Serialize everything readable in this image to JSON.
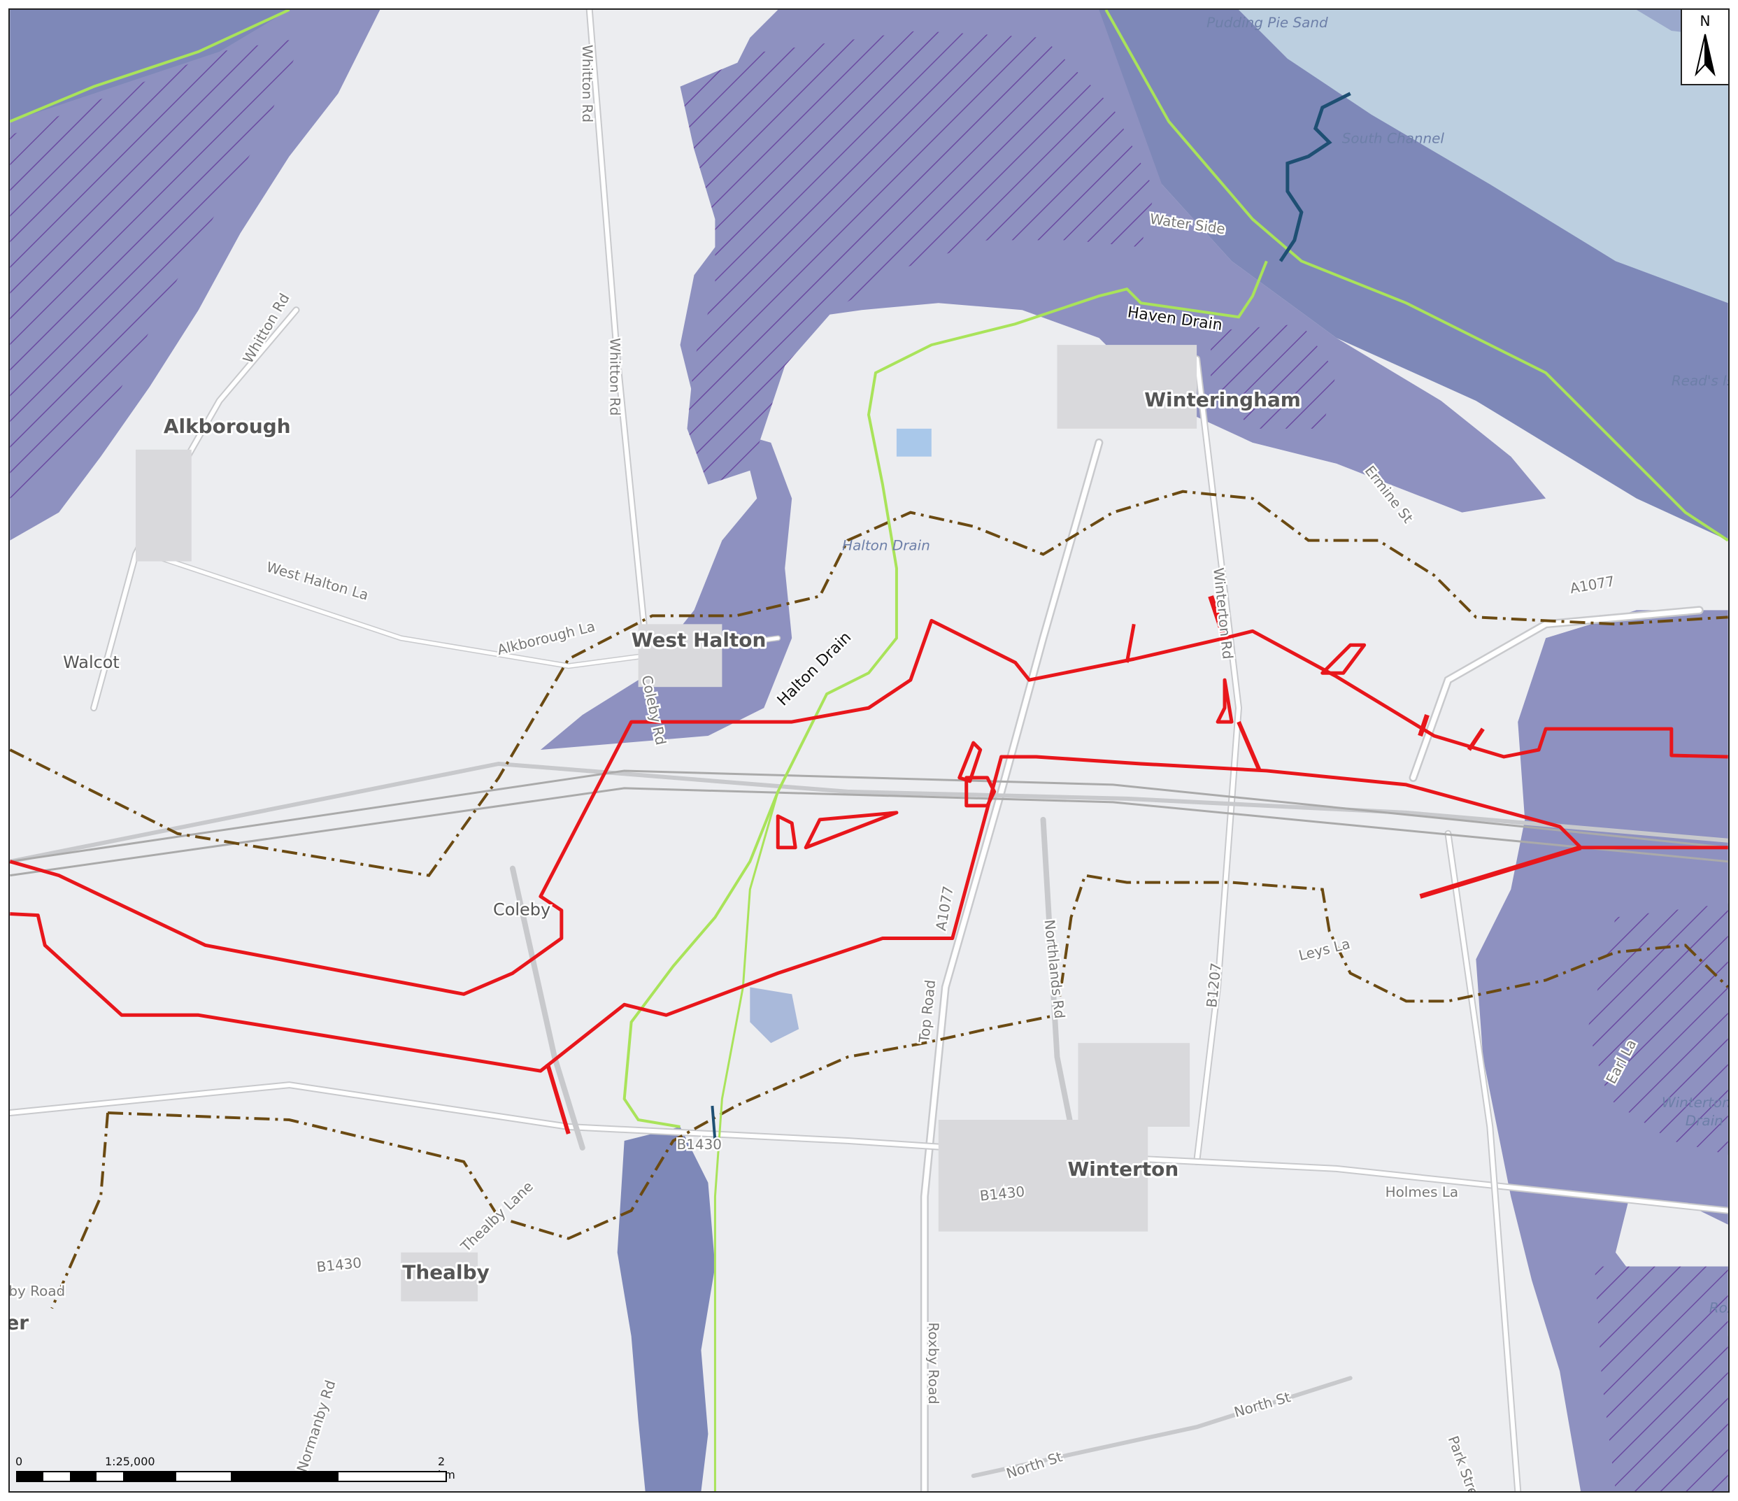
{
  "places": {
    "alkborough": "Alkborough",
    "walcot": "Walcot",
    "west_halton": "West Halton",
    "winteringham": "Winteringham",
    "coleby": "Coleby",
    "winterton": "Winterton",
    "thealby": "Thealby",
    "edge_left": "er"
  },
  "water": {
    "pudding_pie_sand": "Pudding Pie Sand",
    "south_channel": "South Channel",
    "reads_island": "Read's Isl",
    "halton_drain_italic": "Halton Drain",
    "winterton_drain_1": "Winterton",
    "winterton_drain_2": "Drain",
    "rox_edge": "Rox"
  },
  "drains": {
    "haven_drain": "Haven Drain",
    "halton_drain": "Halton Drain"
  },
  "roads": {
    "whitton_rd_1": "Whitton Rd",
    "whitton_rd_2": "Whitton Rd",
    "whitton_rd_3": "Whitton Rd",
    "west_halton_la": "West Halton La",
    "alkborough_la": "Alkborough La",
    "coleby_rd": "Coleby Rd",
    "water_side": "Water Side",
    "ermine_st": "Ermine St",
    "a1077_top": "A1077",
    "a1077_mid": "A1077",
    "winterton_rd": "Winterton Rd",
    "top_road": "Top Road",
    "northlands_rd": "Northlands Rd",
    "b1207": "B1207",
    "leys_la": "Leys La",
    "b1430_a": "B1430",
    "b1430_b": "B1430",
    "b1430_c": "B1430",
    "thealby_lane": "Thealby Lane",
    "holmes_la": "Holmes La",
    "roxby_road": "Roxby Road",
    "north_st_1": "North St",
    "north_st_2": "North St",
    "normanby_rd": "Normanby Rd",
    "park_street": "Park Street",
    "earl_la": "Earl La",
    "by_road": "by Road"
  },
  "north_arrow": {
    "letter": "N"
  },
  "scale": {
    "zero": "0",
    "ratio": "1:25,000",
    "end": "2 km"
  },
  "colors": {
    "background": "#ecedf0",
    "flood_zone": "#8e91c0",
    "estuary": "#bccfe0",
    "route": "#e8161b",
    "boundary": "#6b4a12",
    "drain_green": "#a9e35a",
    "stream_blue": "#1e4f73",
    "hatch": "#6a4aa0"
  }
}
